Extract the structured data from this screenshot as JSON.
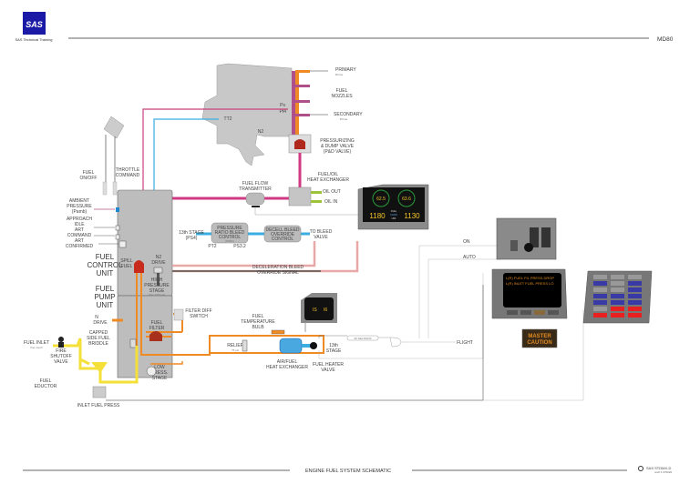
{
  "header": {
    "logo_text": "SAS",
    "org_label": "SAS Technical Training",
    "aircraft": "MD80"
  },
  "footer": {
    "title": "ENGINE FUEL SYSTEM SCHEMATIC",
    "doc_id": "SAS STDMX-D",
    "revision": "rev# 1 070926"
  },
  "colors": {
    "brand_blue": "#1a1aa6",
    "fuel_orange": "#f08a24",
    "fuel_yellow": "#f5e03a",
    "pressure_magenta": "#c8407a",
    "air_blue": "#3aaee0",
    "component_gray": "#bdbdbd",
    "caution_amber": "#e08a20"
  },
  "engine": {
    "labels": {
      "primary": "PRIMARY",
      "primary_sub": "fill line",
      "fuel_nozzles_1": "FUEL",
      "fuel_nozzles_2": "NOZZLES",
      "secondary": "SECONDARY",
      "secondary_sub": "fill line",
      "ps": "Ps",
      "pt4": "Pt4",
      "tt2": "TT2",
      "n2": "N2",
      "pdv_1": "PRESSURIZING",
      "pdv_2": "& DUMP VALVE",
      "pdv_3": "(P&D VALVE)"
    }
  },
  "throttle": {
    "fuel_onoff_1": "FUEL",
    "fuel_onoff_2": "ON/OFF",
    "throttle_cmd_1": "THROTTLE",
    "throttle_cmd_2": "COMMAND"
  },
  "fcu": {
    "ambient_1": "AMBIENT",
    "ambient_2": "PRESSURE",
    "ambient_3": "(Pamb)",
    "approach_1": "APPROACH",
    "approach_2": "IDLE",
    "art_cmd_1": "ART",
    "art_cmd_2": "COMMAND",
    "art_conf_1": "ART",
    "art_conf_2": "CONFIRMED",
    "title_1": "FUEL",
    "title_2": "CONTROL",
    "title_3": "UNIT",
    "spill_1": "SPILL",
    "spill_2": "FUEL",
    "n2drive_1": "N2",
    "n2drive_2": "DRIVE"
  },
  "fpu": {
    "title_1": "FUEL",
    "title_2": "PUMP",
    "title_3": "UNIT",
    "hp_1": "HIGH",
    "hp_2": "PRESSURE",
    "hp_3": "STAGE",
    "hp_sub": "Max 1050 psi",
    "n2_1": "N",
    "n2_sub": "2",
    "n2_2": "DRIVE",
    "filter_1": "FUEL",
    "filter_2": "FILTER",
    "lp_1": "LOW",
    "lp_2": "PRESS.",
    "lp_3": "STAGE"
  },
  "flow": {
    "transmitter_1": "FUEL FLOW",
    "transmitter_2": "TRANSMITTER",
    "foil_1": "FUEL/OIL",
    "foil_2": "HEAT EXCHANGER",
    "oil_out": "OIL OUT",
    "oil_in": "OIL IN"
  },
  "bleed": {
    "stage13_1": "13th STAGE",
    "stage13_2": "(PS4)",
    "prbc_1": "PRESSURE",
    "prbc_2": "RATIO BLEED",
    "prbc_3": "CONTROL",
    "prbc_4": "(PRBC)",
    "pt2": "PT2",
    "ps32": "PS3.2",
    "decel_1": "DECELL BLEED",
    "decel_2": "OVERRIDE",
    "decel_3": "CONTROL",
    "to_bleed_1": "TO BLEED",
    "to_bleed_2": "VALVE",
    "signal_1": "DECELERATION BLEED",
    "signal_2": "OVERRIDE SIGNAL"
  },
  "inlet": {
    "fuel_inlet": "FUEL INLET",
    "fuel_inlet_sub": "fine mesh",
    "shutoff_1": "FIRE",
    "shutoff_2": "SHUTOFF",
    "shutoff_3": "VALVE",
    "bridle_1": "CAPPED",
    "bridle_2": "SIDE FUEL",
    "bridle_3": "BRIDDLE",
    "eductor_1": "FUEL",
    "eductor_2": "EDUCTOR",
    "inlet_press": "INLET FUEL PRESS"
  },
  "heater": {
    "filter_diff_1": "FILTER DIFF",
    "filter_diff_2": "SWITCH",
    "temp_bulb_1": "FUEL",
    "temp_bulb_2": "TEMPERATURE",
    "temp_bulb_3": "BULB",
    "relief": "RELIEF",
    "relief_sub": "75 psi",
    "airfuel_1": "AIR/FUEL",
    "airfuel_2": "HEAT EXCHANGER",
    "heater_valve_1": "FUEL HEATER",
    "heater_valve_2": "VALVE",
    "stage13_1": "13th",
    "stage13_2": "STAGE",
    "timer": "90 SECONDS",
    "flight": "FLIGHT",
    "on": "ON",
    "auto": "AUTO"
  },
  "engine_display": {
    "left_gauge": "62.5",
    "right_gauge": "63.6",
    "left_ff": "1180",
    "right_ff": "1130",
    "ff_label_1": "FUEL",
    "ff_label_2": "FLOW",
    "ff_label_3": "LBS"
  },
  "alert_display": {
    "line_1": "L(R) FUEL FIL PRESS DROP",
    "line_2": "L(R) INLET FUEL PRESS LO"
  },
  "master_caution": {
    "line_1": "MASTER",
    "line_2": "CAUTION"
  }
}
